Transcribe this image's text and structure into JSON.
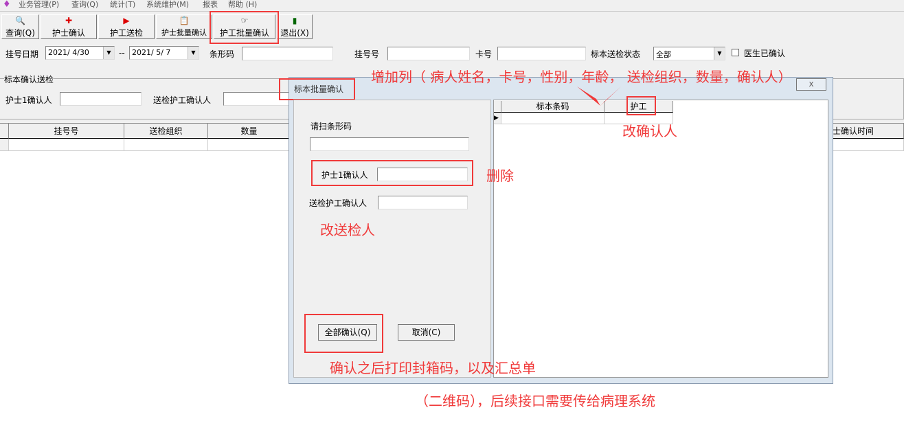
{
  "menu": {
    "items": [
      "业务管理(P)",
      "查询(Q)",
      "统计(T)",
      "系统维护(M)",
      "报表",
      "帮助 (H)"
    ]
  },
  "toolbar": {
    "buttons": [
      "查询(Q)",
      "护士确认",
      "护工送检",
      "护士批量确认",
      "护工批量确认",
      "退出(X)"
    ]
  },
  "filters": {
    "reg_date_label": "挂号日期",
    "date_from": "2021/ 4/30",
    "date_sep": "--",
    "date_to": "2021/ 5/ 7",
    "barcode_label": "条形码",
    "reg_no_label": "挂号号",
    "card_label": "卡号",
    "status_label": "标本送检状态",
    "status_value": "全部",
    "doctor_confirmed_label": "医生已确认"
  },
  "group": {
    "title": "标本确认送检",
    "nurse1_label": "护士1确认人",
    "worker_label": "送检护工确认人"
  },
  "main_grid": {
    "columns": [
      "挂号号",
      "送检组织",
      "数量",
      "士确认时间"
    ]
  },
  "dialog": {
    "title": "标本批量确认",
    "scan_label": "请扫条形码",
    "nurse1_label": "护士1确认人",
    "worker_label": "送检护工确认人",
    "confirm_all": "全部确认(Q)",
    "cancel": "取消(C)",
    "close": "x",
    "grid_columns": [
      "标本条码",
      "护工"
    ]
  },
  "annotations": {
    "add_columns": "增加列（  病人姓名，卡号，性别，年龄，  送检组织，数量，确认人）",
    "change_confirmer": "改确认人",
    "delete": "删除",
    "change_sender": "改送检人",
    "print_note_1": "确认之后打印封箱码，以及汇总单",
    "print_note_2": "（二维码），后续接口需要传给病理系统"
  }
}
